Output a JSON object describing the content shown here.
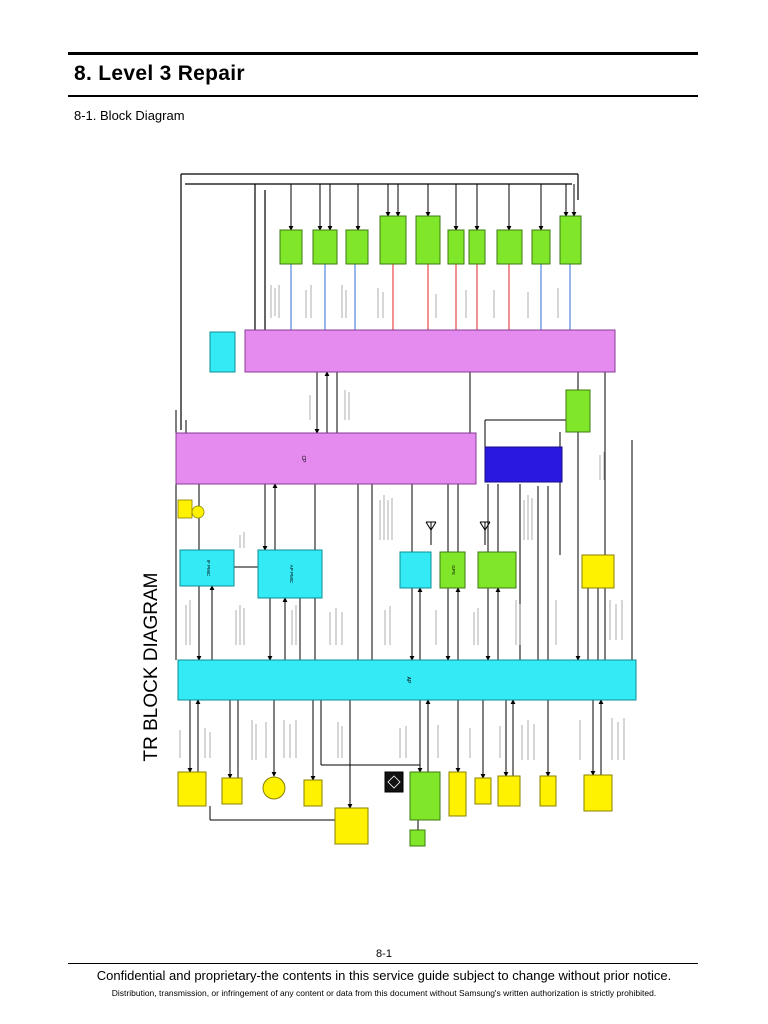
{
  "header": {
    "section_title": "8. Level 3 Repair",
    "subsection_title": "8-1. Block Diagram"
  },
  "diagram": {
    "title": "TR BLOCK DIAGRAM",
    "blocks": {
      "transceiver": "",
      "cp": "CP",
      "ap": "AP",
      "tcxo": "",
      "sub_prx": "",
      "if_pmic": "IF PMIC",
      "ap_pmic": "AP PMIC",
      "sim_sd": "",
      "gps": "GPS",
      "bt_wifi": "",
      "sensor": "",
      "audio": "",
      "mod_sub_mb_pam": "",
      "mod_main_pam": "",
      "mod_lte": "",
      "mod_band": "",
      "mod_lte_band": "",
      "mod_sub_ant1": "",
      "mod_sub_ant2": "",
      "mod_fem": "",
      "mod_main_ant1": "",
      "mod_main_ant2": "",
      "bot_ccta": "",
      "bot_b2": "",
      "bot_b3": "",
      "bot_b4": "",
      "bot_b5": "",
      "bot_nfc": "",
      "bot_usb": "",
      "bot_hdmi": "",
      "bot_b6": "",
      "bot_b7": "",
      "bot_b8": "",
      "bot_b9": ""
    }
  },
  "footer": {
    "page_number": "8-1",
    "confidential": "Confidential and proprietary-the contents in this service guide subject to change without prior notice.",
    "distribution": "Distribution, transmission, or infringement of any content or data from this document without Samsung's written authorization is strictly prohibited."
  },
  "colors": {
    "magenta": "#e58aef",
    "cyan": "#33eaf5",
    "green": "#7fe62a",
    "yellow": "#fff200",
    "blue": "#2b18e0",
    "rf_red": "#e02020",
    "rf_blue": "#2f6ed8"
  }
}
